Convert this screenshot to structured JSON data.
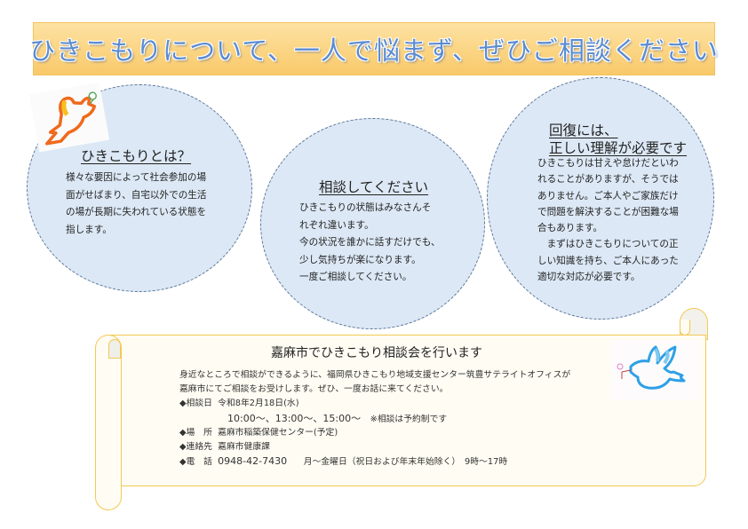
{
  "banner": {
    "title": "ひきこもりについて、一人で悩まず、ぜひご相談ください",
    "colors": {
      "gradient_top": "#fde2a2",
      "gradient_bottom": "#f9c96a",
      "text": "#5b8bd0"
    }
  },
  "circles": [
    {
      "title": "ひきこもりとは？",
      "lines": [
        "様々な要因によって社会参加の場",
        "面がせばまり、自宅以外での生活",
        "の場が長期に失われている状態を",
        "指します。"
      ]
    },
    {
      "title": "相談してください",
      "lines": [
        "ひきこもりの状態はみなさんそ",
        "れぞれ違います。",
        "今の状況を誰かに話すだけでも、",
        "少し気持ちが楽になります。",
        "一度ご相談してください。"
      ]
    },
    {
      "title_line1": "回復には、",
      "title_line2": "正しい理解が必要です",
      "lines": [
        "ひきこもりは甘えや怠けだといわ",
        "れることがありますが、そうでは",
        "ありません。ご本人やご家族だけ",
        "で問題を解決することが困難な場",
        "合もあります。",
        "　まずはひきこもりについての正",
        "しい知識を持ち、ご本人にあった",
        "適切な対応が必要です。"
      ]
    }
  ],
  "scroll": {
    "title": "嘉麻市でひきこもり相談会を行います",
    "intro_line1": "身近なところで相談ができるように、福岡県ひきこもり地域支援センター筑豊サテライトオフィスが",
    "intro_line2": "嘉麻市にてご相談をお受けします。ぜひ、一度お話に来てください。",
    "date_label": "◆相談日",
    "date_value": "令和8年2月18日(水)",
    "times": "10:00～、13:00～、15:00～",
    "reservation_note": "※相談は予約制です",
    "place_label": "◆場　所",
    "place_value": "嘉麻市稲築保健センター(予定)",
    "contact_label": "◆連絡先",
    "contact_value": "嘉麻市健康課",
    "phone_label": "◆電　話",
    "phone_value": "0948-42-7430",
    "phone_hours": "月～金曜日（祝日および年末年始除く）　9時～17時"
  },
  "icons": {
    "orange_dove": "dove-orange-icon",
    "blue_dove": "dove-blue-icon"
  },
  "colors": {
    "circle_fill": "#dce8f5",
    "circle_border": "#5b7799",
    "scroll_fill": "#fefcf3",
    "scroll_border": "#f3c953"
  }
}
